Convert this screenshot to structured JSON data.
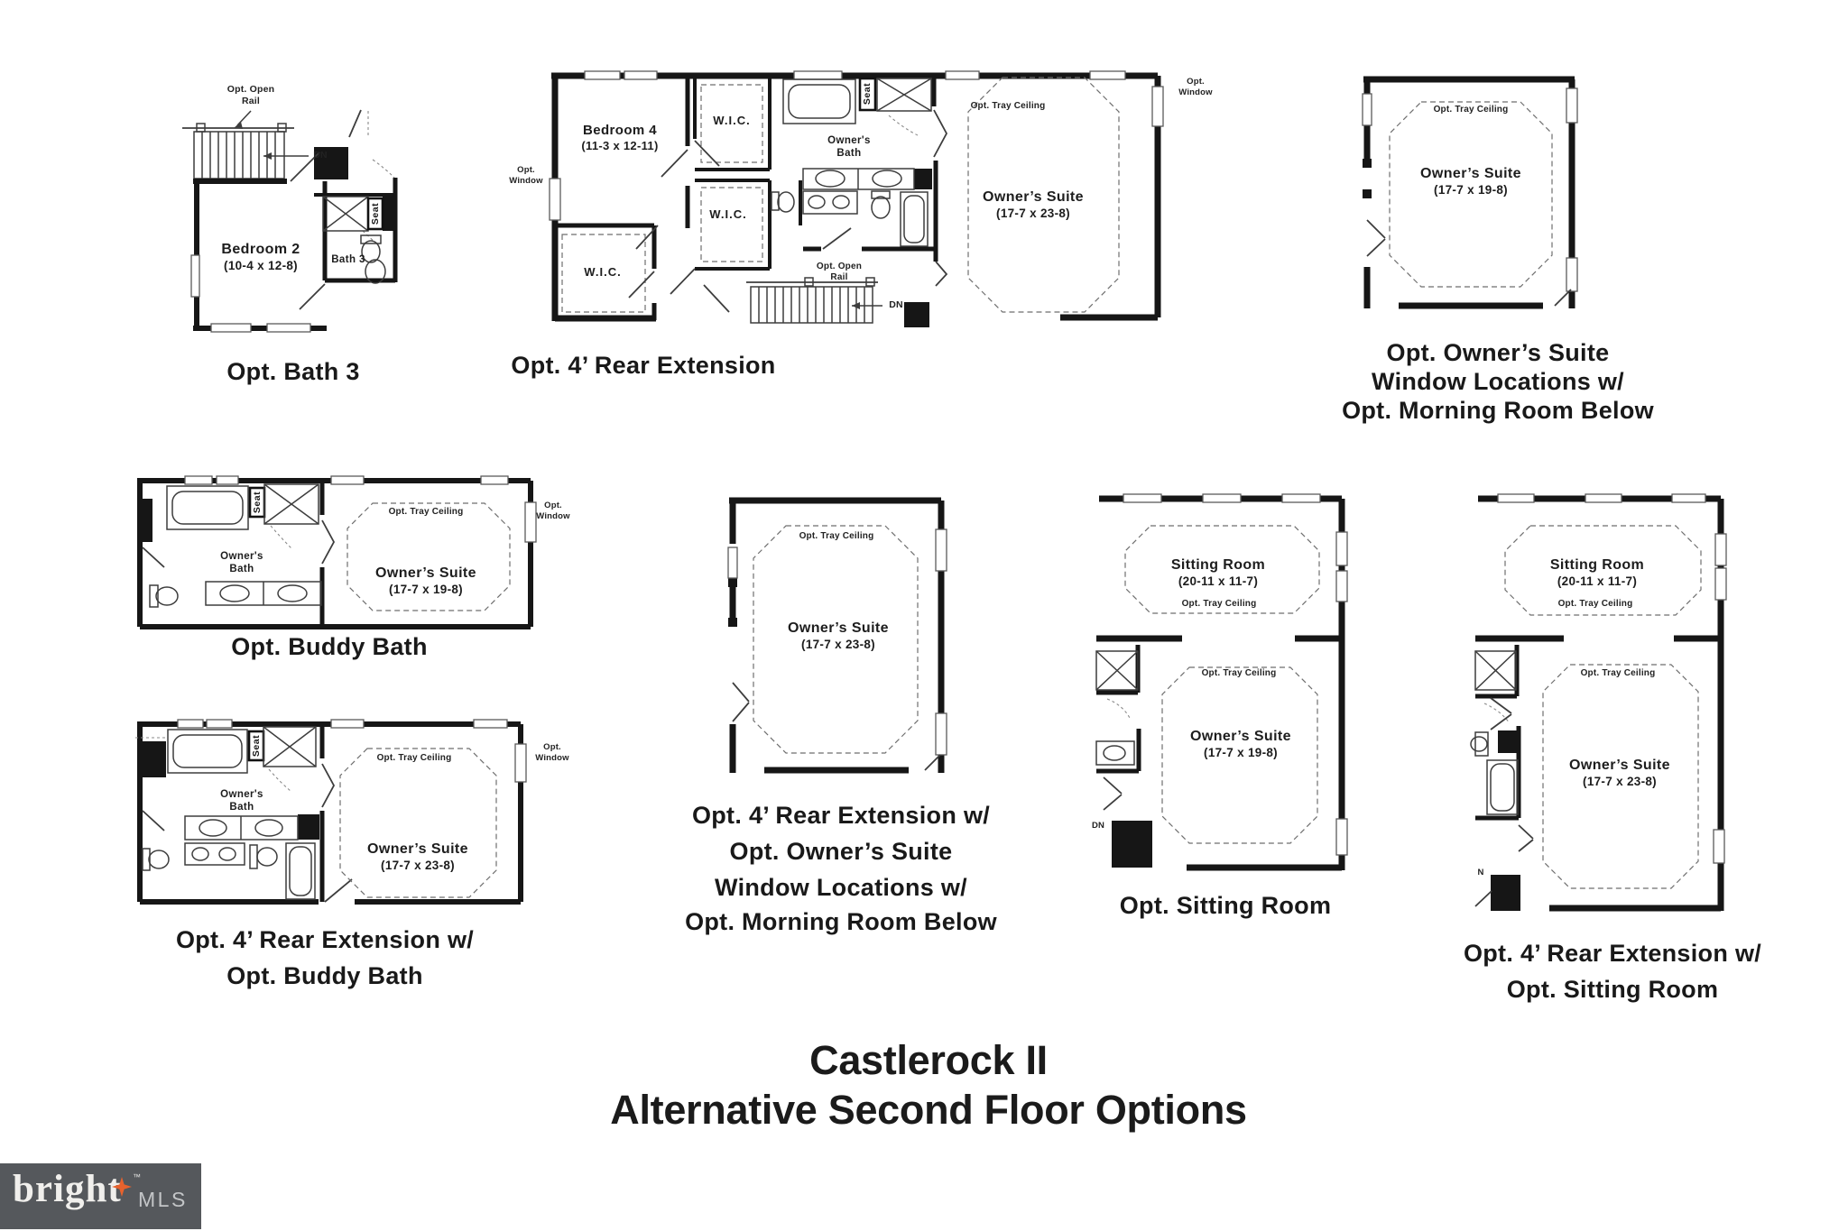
{
  "annotations": {
    "wic": "W.I.C.",
    "seat": "Seat",
    "dn": "DN",
    "tray": "Opt. Tray Ceiling",
    "open_rail_1": "Opt. Open",
    "open_rail_2": "Rail",
    "opt": "Opt.",
    "window": "Window",
    "bath_1": "Owner's",
    "bath_2": "Bath"
  },
  "plans": {
    "bath3": {
      "caption": "Opt. Bath 3",
      "room": "Bedroom 2",
      "dims": "(10-4 x 12-8)",
      "bath": "Bath 3"
    },
    "rear_extension": {
      "caption": "Opt. 4’ Rear Extension",
      "room": "Bedroom 4",
      "dims": "(11-3 x 12-11)",
      "suite": "Owner’s Suite",
      "suite_dims": "(17-7 x 23-8)"
    },
    "suite_windows": {
      "caption_1": "Opt. Owner’s Suite",
      "caption_2": "Window Locations w/",
      "caption_3": "Opt. Morning Room Below",
      "suite": "Owner’s Suite",
      "suite_dims": "(17-7 x 19-8)"
    },
    "buddy_bath": {
      "caption": "Opt. Buddy Bath",
      "suite": "Owner’s Suite",
      "suite_dims": "(17-7 x 19-8)"
    },
    "rear_ext_windows": {
      "caption_1": "Opt. 4’ Rear Extension w/",
      "caption_2": "Opt. Owner’s Suite",
      "caption_3": "Window Locations w/",
      "caption_4": "Opt. Morning Room Below",
      "suite": "Owner’s Suite",
      "suite_dims": "(17-7 x 23-8)"
    },
    "sitting_room": {
      "caption": "Opt. Sitting Room",
      "room": "Sitting Room",
      "dims": "(20-11 x 11-7)",
      "suite": "Owner’s Suite",
      "suite_dims": "(17-7 x 19-8)",
      "dn": "DN"
    },
    "rear_ext_buddy": {
      "caption_1": "Opt. 4’ Rear Extension w/",
      "caption_2": "Opt. Buddy Bath",
      "suite": "Owner’s Suite",
      "suite_dims": "(17-7 x 23-8)"
    },
    "rear_ext_sitting": {
      "caption_1": "Opt. 4’ Rear Extension w/",
      "caption_2": "Opt. Sitting Room",
      "room": "Sitting Room",
      "dims": "(20-11 x 11-7)",
      "suite": "Owner’s Suite",
      "suite_dims": "(17-7 x 23-8)",
      "dn": "N"
    }
  },
  "title": {
    "line1": "Castlerock II",
    "line2": "Alternative Second Floor Options"
  },
  "logo": {
    "brand": "bright",
    "tm": "™",
    "mls": "MLS"
  },
  "colors": {
    "ink": "#161616",
    "logo_bg": "#55585c",
    "logo_accent": "#e8622d"
  }
}
